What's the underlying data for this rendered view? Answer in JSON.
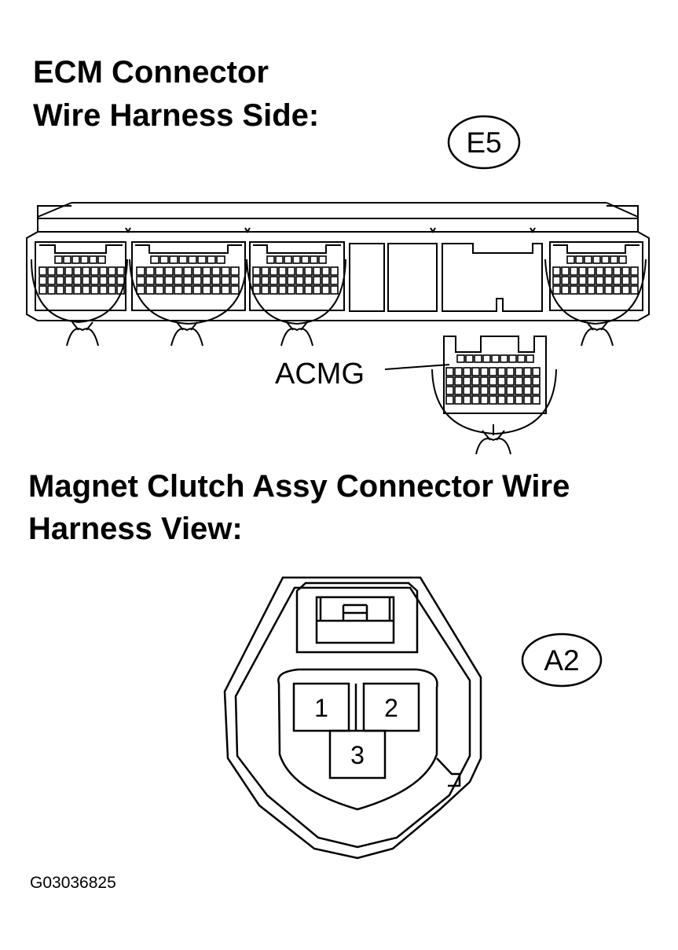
{
  "ecm_section": {
    "title_line1": "ECM Connector",
    "title_line2": "Wire Harness Side:",
    "connector_code": "E5",
    "terminal_callout": "ACMG"
  },
  "clutch_section": {
    "title_line1": "Magnet Clutch Assy Connector Wire",
    "title_line2": "Harness View:",
    "connector_code": "A2",
    "pins": [
      "1",
      "2",
      "3"
    ]
  },
  "figure_id": "G03036825",
  "colors": {
    "line": "#000000",
    "background": "#ffffff"
  }
}
